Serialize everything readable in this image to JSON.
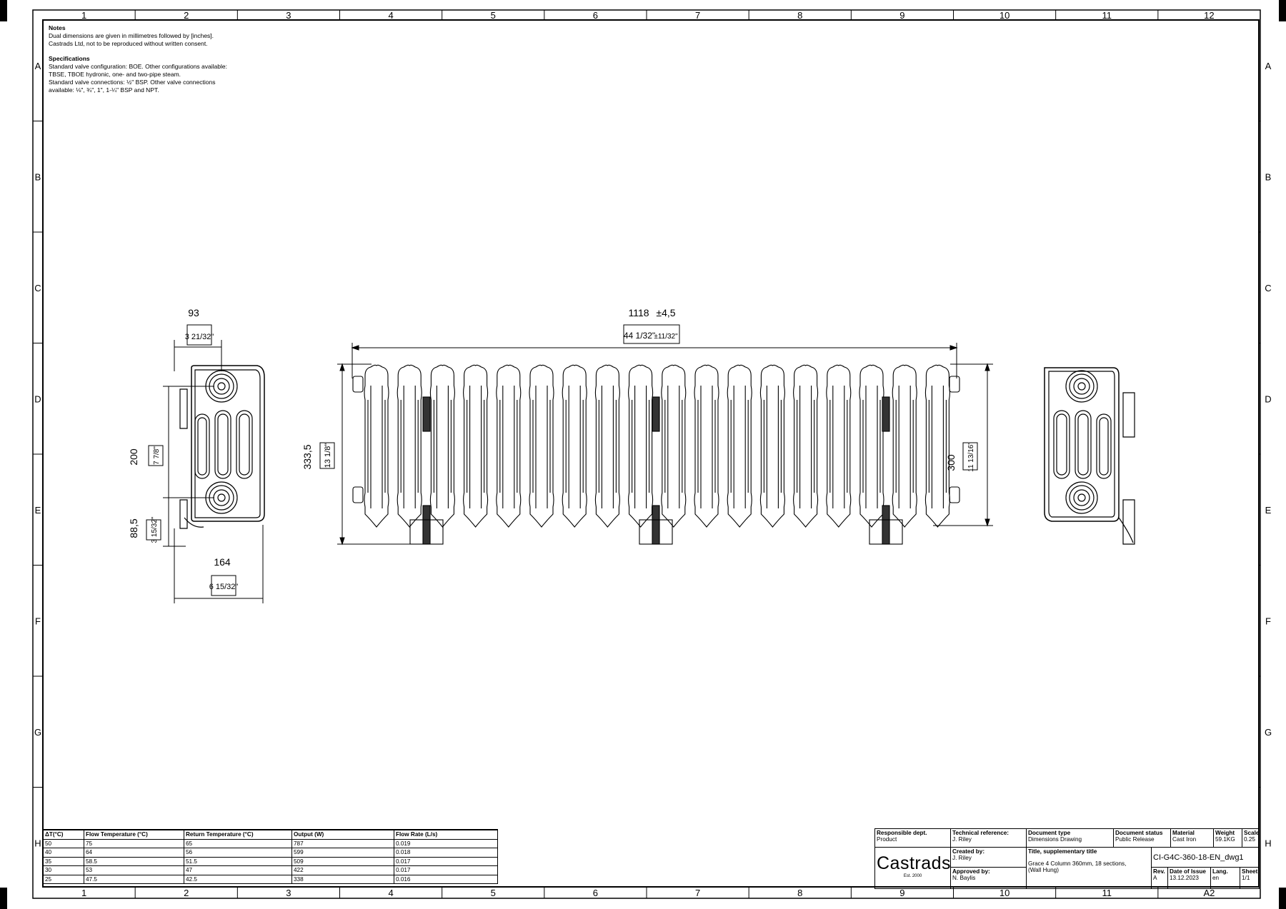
{
  "sheet": {
    "columns": [
      "1",
      "2",
      "3",
      "4",
      "5",
      "6",
      "7",
      "8",
      "9",
      "10",
      "11",
      "12"
    ],
    "rows": [
      "A",
      "B",
      "C",
      "D",
      "E",
      "F",
      "G",
      "H"
    ],
    "size": "A2"
  },
  "notes": {
    "heading": "Notes",
    "lines": [
      "Dual dimensions are given in millimetres followed by [inches].",
      "Castrads Ltd, not to be reproduced without written consent."
    ],
    "spec_heading": "Specifications",
    "spec_lines": [
      "Standard valve configuration: BOE. Other configurations available:",
      "TBSE, TBOE hydronic, one- and two-pipe steam.",
      "Standard valve connections: ½\" BSP. Other valve connections",
      "available: ⅛\", ¾\", 1\", 1-¼\" BSP and NPT."
    ]
  },
  "dimensions": {
    "top_offset_mm": "93",
    "top_offset_in": "3 21/32\"",
    "depth_mm": "164",
    "depth_in": "6 15/32\"",
    "centres_mm": "200",
    "centres_in": "7 7/8\"",
    "bracket_mm": "88,5",
    "bracket_in": "3 15/32\"",
    "length_mm": "1118",
    "length_tol_mm": "±4,5",
    "length_in": "44 1/32\"",
    "length_tol_in": "±11/32\"",
    "height_mm": "333,5",
    "height_in": "13 1/8\"",
    "section_height_mm": "300",
    "section_height_in": "11 13/16\""
  },
  "performance_table": {
    "headers": [
      "ΔT(°C)",
      "Flow Temperature (°C)",
      "Return Temperature (°C)",
      "Output (W)",
      "Flow Rate (L/s)"
    ],
    "rows": [
      [
        "50",
        "75",
        "65",
        "787",
        "0.019"
      ],
      [
        "40",
        "64",
        "56",
        "599",
        "0.018"
      ],
      [
        "35",
        "58.5",
        "51.5",
        "509",
        "0.017"
      ],
      [
        "30",
        "53",
        "47",
        "422",
        "0.017"
      ],
      [
        "25",
        "47.5",
        "42.5",
        "338",
        "0.016"
      ]
    ]
  },
  "title_block": {
    "responsible_dept_label": "Responsible dept.",
    "responsible_dept": "Product",
    "technical_reference_label": "Technical reference:",
    "technical_reference": "J. Riley",
    "document_type_label": "Document type",
    "document_type": "Dimensions Drawing",
    "document_status_label": "Document status",
    "document_status": "Public Release",
    "material_label": "Material",
    "material": "Cast Iron",
    "weight_label": "Weight",
    "weight": "59.1KG",
    "scale_label": "Scale",
    "scale": "0.25",
    "logo": "Castrads",
    "logo_sub": "Est. 2000",
    "created_by_label": "Created by:",
    "created_by": "J. Riley",
    "approved_by_label": "Approved by:",
    "approved_by": "N. Baylis",
    "title_label": "Title, supplementary title",
    "title_line1": "Grace 4 Column 360mm, 18 sections,",
    "title_line2": "(Wall Hung)",
    "drawing_number": "CI-G4C-360-18-EN_dwg1",
    "rev_label": "Rev.",
    "rev": "A",
    "date_label": "Date of Issue",
    "date": "13.12.2023",
    "lang_label": "Lang.",
    "lang": "en",
    "sheet_label": "Sheet",
    "sheet": "1/1"
  }
}
